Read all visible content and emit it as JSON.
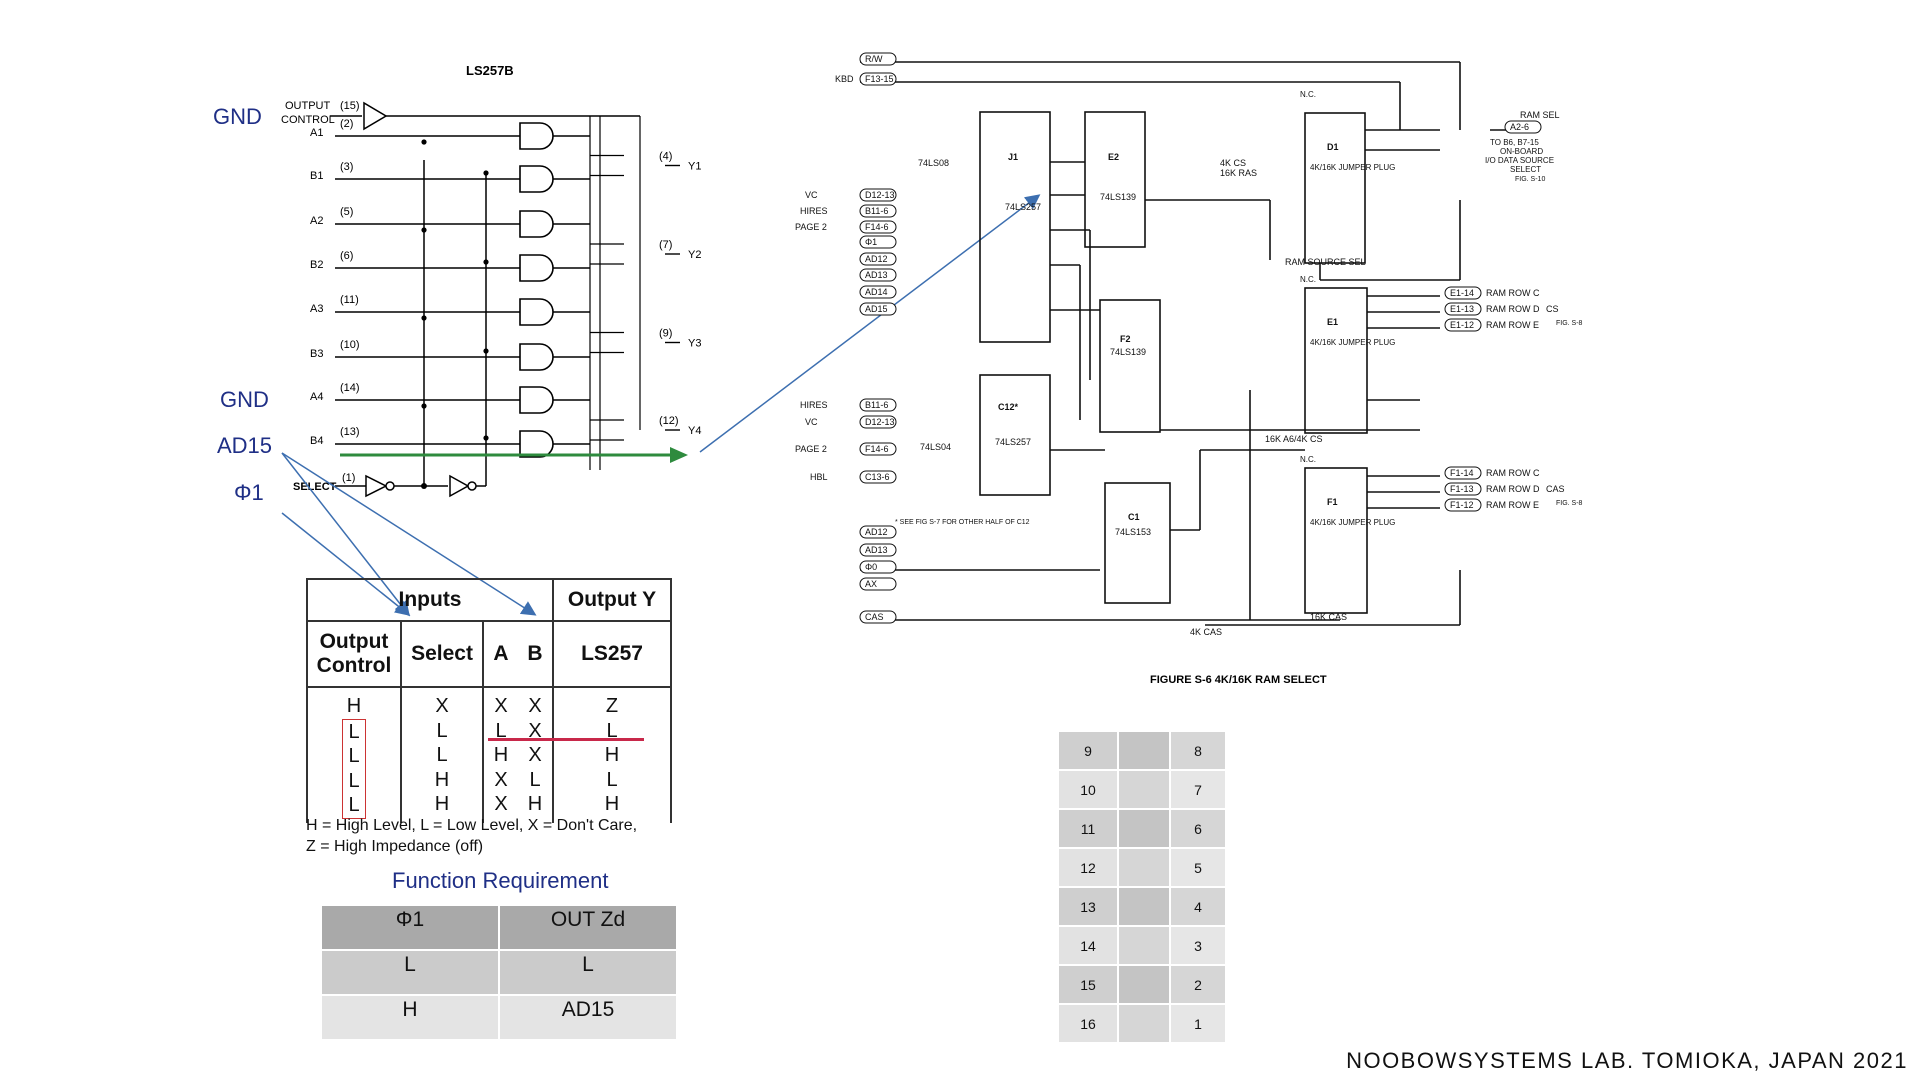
{
  "ls257": {
    "title": "LS257B",
    "output_control": "OUTPUT",
    "control": "CONTROL",
    "pin15": "(15)",
    "select": "SELECT",
    "pin1": "(1)",
    "inputs": [
      {
        "name": "A1",
        "pin": "(2)"
      },
      {
        "name": "B1",
        "pin": "(3)"
      },
      {
        "name": "A2",
        "pin": "(5)"
      },
      {
        "name": "B2",
        "pin": "(6)"
      },
      {
        "name": "A3",
        "pin": "(11)"
      },
      {
        "name": "B3",
        "pin": "(10)"
      },
      {
        "name": "A4",
        "pin": "(14)"
      },
      {
        "name": "B4",
        "pin": "(13)"
      }
    ],
    "outputs": [
      {
        "name": "Y1",
        "pin": "(4)"
      },
      {
        "name": "Y2",
        "pin": "(7)"
      },
      {
        "name": "Y3",
        "pin": "(9)"
      },
      {
        "name": "Y4",
        "pin": "(12)"
      }
    ]
  },
  "side_labels": {
    "gnd_top": "GND",
    "gnd": "GND",
    "ad15": "AD15",
    "phi1": "Φ1"
  },
  "truth_table": {
    "inputs_header": "Inputs",
    "output_header": "Output Y",
    "col_oc": "Output Control",
    "col_select": "Select",
    "col_a": "A",
    "col_b": "B",
    "col_ls": "LS257",
    "rows": [
      [
        "H",
        "X",
        "X",
        "X",
        "Z"
      ],
      [
        "L",
        "L",
        "L",
        "X",
        "L"
      ],
      [
        "L",
        "L",
        "H",
        "X",
        "H"
      ],
      [
        "L",
        "H",
        "X",
        "L",
        "L"
      ],
      [
        "L",
        "H",
        "X",
        "H",
        "H"
      ]
    ],
    "legend1": "H = High Level, L = Low Level, X = Don't Care,",
    "legend2": "Z = High Impedance (off)"
  },
  "function_requirement": {
    "title": "Function Requirement",
    "header": [
      "Φ1",
      "OUT Zd"
    ],
    "rows": [
      [
        "L",
        "L"
      ],
      [
        "H",
        "AD15"
      ]
    ]
  },
  "pin_table": [
    [
      "9",
      "",
      "8"
    ],
    [
      "10",
      "",
      "7"
    ],
    [
      "11",
      "",
      "6"
    ],
    [
      "12",
      "",
      "5"
    ],
    [
      "13",
      "",
      "4"
    ],
    [
      "14",
      "",
      "3"
    ],
    [
      "15",
      "",
      "2"
    ],
    [
      "16",
      "",
      "1"
    ]
  ],
  "schematic": {
    "figure_caption": "FIGURE S-6  4K/16K RAM SELECT",
    "signals_left": [
      "R/W",
      "F13-15",
      "D12-13",
      "B11-6",
      "F14-6",
      "Φ1",
      "AD12",
      "AD13",
      "AD14",
      "AD15",
      "B11-6",
      "D12-13",
      "F14-6",
      "C13-6",
      "AD12",
      "AD13",
      "Φ0",
      "AX",
      "CAS"
    ],
    "signal_names_left": [
      "VC",
      "HIRES",
      "PAGE 2",
      "HIRES",
      "VC",
      "PAGE 2",
      "HBL"
    ],
    "kbd": "KBD",
    "chips": {
      "j1": {
        "ref": "J1",
        "part": "74LS257"
      },
      "e2": {
        "ref": "E2",
        "part": "74LS139"
      },
      "f2": {
        "ref": "F2",
        "part": "74LS139"
      },
      "c12": {
        "ref": "C12*",
        "part": "74LS257"
      },
      "c1": {
        "ref": "C1",
        "part": "74LS153"
      },
      "d1": {
        "ref": "D1",
        "part": "4K/16K JUMPER PLUG"
      },
      "e1": {
        "ref": "E1",
        "part": "4K/16K JUMPER PLUG"
      },
      "f1": {
        "ref": "F1",
        "part": "4K/16K JUMPER PLUG"
      },
      "h1": "74LS08",
      "c11": "74LS04"
    },
    "labels": {
      "ram_source_sel": "RAM SOURCE SEL",
      "sixteen_k_a6": "16K A6/4K CS",
      "four_k_cas": "4K CAS",
      "sixteen_k_cas": "16K CAS",
      "four_k_cs": "4K CS",
      "sixteen_k_ras": "16K RAS",
      "ram_sel": "RAM SEL",
      "a2_6": "A2-6",
      "to_b6": "TO B6, B7-15",
      "on_board": "ON-BOARD",
      "io_src": "I/O DATA SOURCE",
      "select": "SELECT",
      "fig_s10": "FIG. S-10",
      "see_fig": "* SEE FIG S-7 FOR OTHER HALF OF C12",
      "nc": "N.C.",
      "fig_s8": "FIG. S-8",
      "cs": "CS",
      "cas": "CAS"
    },
    "rows_e1": [
      [
        "E1-14",
        "RAM ROW C"
      ],
      [
        "E1-13",
        "RAM ROW D"
      ],
      [
        "E1-12",
        "RAM ROW E"
      ]
    ],
    "rows_f1": [
      [
        "F1-14",
        "RAM ROW C"
      ],
      [
        "F1-13",
        "RAM ROW D"
      ],
      [
        "F1-12",
        "RAM ROW E"
      ]
    ]
  },
  "footer": "NOOBOWSYSTEMS LAB. TOMIOKA, JAPAN 2021",
  "colors": {
    "arrow_blue": "#3d6fb0",
    "green": "#2e8b3e",
    "red": "#c8284a",
    "navy": "#1f2f86"
  }
}
